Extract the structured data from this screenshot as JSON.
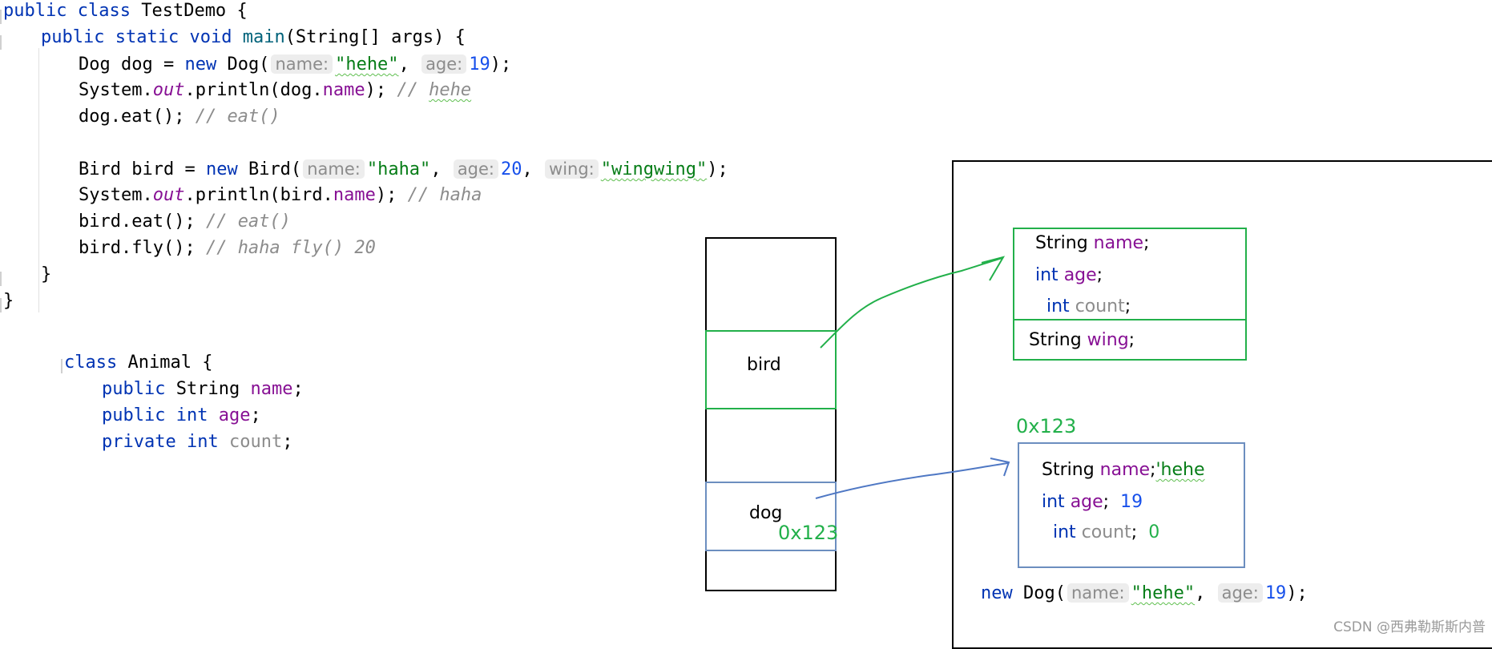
{
  "code_main": {
    "line1": {
      "kw1": "public",
      "kw2": "class",
      "name": "TestDemo",
      "brace": "{"
    },
    "line2": {
      "kw1": "public",
      "kw2": "static",
      "kw3": "void",
      "method": "main",
      "params": "(String[] args) {"
    },
    "line3": {
      "type": "Dog dog = ",
      "kw": "new",
      "ctor": " Dog(",
      "hint1": "name:",
      "str1": "\"hehe\"",
      "sep": ",",
      "hint2": "age:",
      "num": "19",
      "end": ");"
    },
    "line4": {
      "a": "System.",
      "out": "out",
      "b": ".println(dog.",
      "fld": "name",
      "c": "); ",
      "comment": "// ",
      "comment_word": "hehe"
    },
    "line5": {
      "a": "dog.eat(); ",
      "comment": "// eat()"
    },
    "line6": {
      "type": "Bird bird = ",
      "kw": "new",
      "ctor": " Bird(",
      "hint1": "name:",
      "str1": "\"haha\"",
      "sep1": ",",
      "hint2": "age:",
      "num": "20",
      "sep2": ",",
      "hint3": "wing:",
      "str2": "\"wingwing\"",
      "end": ");"
    },
    "line7": {
      "a": "System.",
      "out": "out",
      "b": ".println(bird.",
      "fld": "name",
      "c": "); ",
      "comment": "// haha"
    },
    "line8": {
      "a": "bird.eat(); ",
      "comment": "// eat()"
    },
    "line9": {
      "a": "bird.fly(); ",
      "comment": "// haha fly() 20"
    },
    "line10": "}",
    "line11": "}"
  },
  "code_animal": {
    "line1": {
      "kw": "class",
      "name": " Animal {"
    },
    "line2": {
      "kw": "public",
      "type": " String ",
      "fld": "name",
      "end": ";"
    },
    "line3": {
      "kw1": "public",
      "kw2": "int",
      "fld": "age",
      "end": ";"
    },
    "line4": {
      "kw1": "private",
      "kw2": "int",
      "fld": "count",
      "end": ";"
    }
  },
  "stack": {
    "bird_label": "bird",
    "dog_label": "dog",
    "dog_addr": "0x123"
  },
  "heap": {
    "bird_object": {
      "f1_type": "String ",
      "f1_name": "name",
      "f1_end": ";",
      "f2_type": "int",
      "f2_name": "age",
      "f2_end": ";",
      "f3_type": "int",
      "f3_name": "count",
      "f3_end": ";",
      "f4_type": "String ",
      "f4_name": "wing",
      "f4_end": ";"
    },
    "dog_addr": "0x123",
    "dog_object": {
      "f1_type": "String ",
      "f1_name": "name",
      "f1_end": ";",
      "f1_val": "'hehe",
      "f2_type": "int",
      "f2_name": "age",
      "f2_end": ";",
      "f2_val": "19",
      "f3_type": "int",
      "f3_name": "count",
      "f3_end": ";",
      "f3_val": "0"
    },
    "new_dog": {
      "kw": "new",
      "ctor": " Dog(",
      "hint1": "name:",
      "str1": "\"hehe\"",
      "sep": ",",
      "hint2": "age:",
      "num": "19",
      "end": ");"
    }
  },
  "watermark": "CSDN @西弗勒斯斯内普",
  "colors": {
    "keyword": "#0033b3",
    "field": "#871094",
    "string": "#067d17",
    "number": "#1750eb",
    "comment": "#8c8c8c",
    "green_box": "#22b04a",
    "blue_box": "#6c8ebf",
    "arrow_green": "#22b04a",
    "arrow_blue": "#4f78c4"
  }
}
